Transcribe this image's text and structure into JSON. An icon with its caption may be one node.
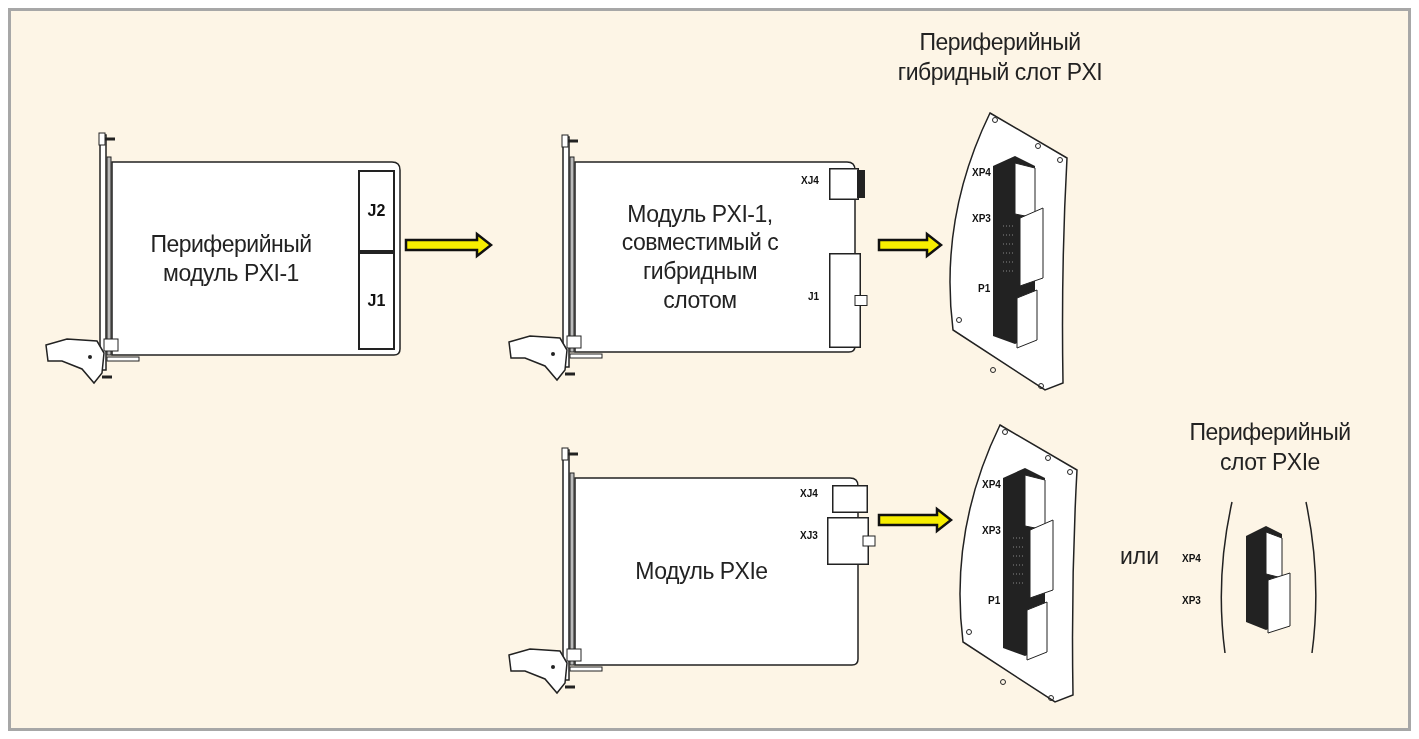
{
  "diagram": {
    "nodes": [
      {
        "text": [
          "Периферийный модуль PXI-1"
        ]
      },
      {
        "text": [
          "J2"
        ],
        "in": 0
      },
      {
        "text": [
          "J1"
        ],
        "in": 0
      },
      {
        "text": [
          "Модуль PXI-1, совместимый с гибридным слотом",
          "XJ4",
          "J1"
        ]
      },
      {
        "text": [
          "Периферийный гибридный слот PXI",
          "XP4",
          "XP3",
          "P1"
        ]
      },
      {
        "text": [
          "Модуль PXIe",
          "XJ4",
          "XJ3"
        ]
      },
      {
        "text": [
          "XP4",
          "XP3",
          "P1"
        ]
      },
      {
        "text": [
          "Периферийный слот PXIe",
          "XP4",
          "XP3"
        ]
      }
    ],
    "edges": [
      {
        "from": 0,
        "to": 3,
        "arrow": "to"
      },
      {
        "from": 3,
        "to": 4,
        "arrow": "to"
      },
      {
        "from": 5,
        "to": 6,
        "arrow": "to"
      }
    ],
    "labels": [
      "или"
    ]
  }
}
